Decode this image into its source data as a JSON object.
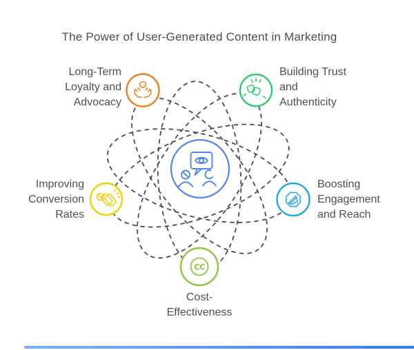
{
  "title": {
    "text": "The Power of User-Generated Content in Marketing",
    "color": "#4d4d4d"
  },
  "diagram": {
    "orbit_color": "#4a4a4a",
    "center": {
      "icon": "people-speech-eye-icon",
      "color": "#4E86F0"
    },
    "nodes": [
      {
        "id": "loyalty",
        "label": "Long-Term\nLoyalty and\nAdvocacy",
        "color": "#E8831E",
        "icon": "caring-hands-person-icon",
        "position": "top-left"
      },
      {
        "id": "trust",
        "label": "Building Trust\nand\nAuthenticity",
        "color": "#2ECC71",
        "icon": "handshake-sparkles-icon",
        "position": "top-right"
      },
      {
        "id": "conversion",
        "label": "Improving\nConversion\nRates",
        "color": "#EDD10B",
        "icon": "clapping-hands-icon",
        "position": "left"
      },
      {
        "id": "engagement",
        "label": "Boosting\nEngagement\nand Reach",
        "color": "#1FA9DE",
        "icon": "megaphone-badge-icon",
        "position": "right"
      },
      {
        "id": "cost",
        "label": "Cost-\nEffectiveness",
        "color": "#8CC63E",
        "icon": "creative-commons-icon",
        "icon_text": "CC",
        "position": "bottom"
      }
    ]
  },
  "footer_bar": {
    "color_left": "#7FB0F6",
    "color_right": "#3A76F4"
  },
  "background_color": "#ffffff"
}
